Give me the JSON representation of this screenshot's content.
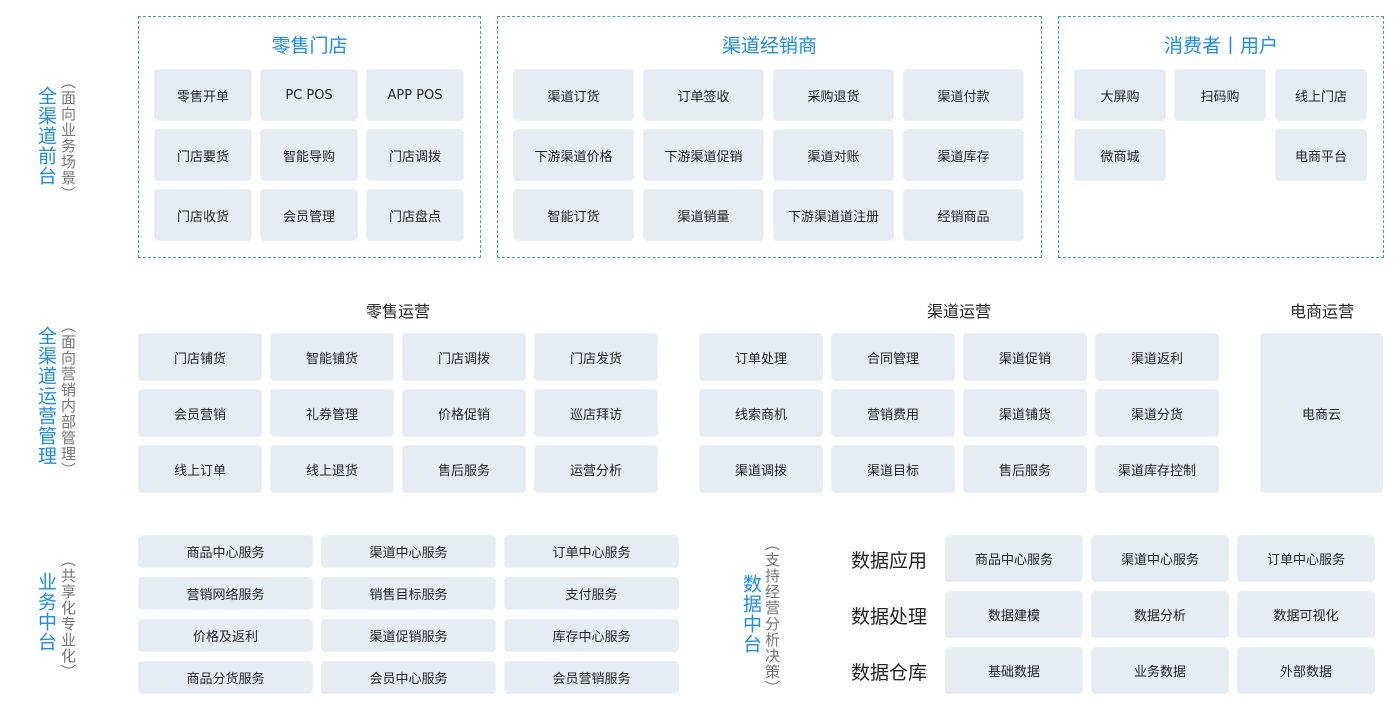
{
  "layers": {
    "front": {
      "title": "全渠道前台",
      "subtitle": "（面向业务场景）"
    },
    "ops": {
      "title": "全渠道运营管理",
      "subtitle": "（面向营销内部管理）"
    },
    "biz": {
      "title": "业务中台",
      "subtitle": "（共享化专业化）"
    },
    "data": {
      "title": "数据中台",
      "subtitle": "（支持经营分析决策）"
    }
  },
  "front": {
    "retail": {
      "title": "零售门店",
      "items": [
        "零售开单",
        "PC POS",
        "APP POS",
        "门店要货",
        "智能导购",
        "门店调拨",
        "门店收货",
        "会员管理",
        "门店盘点"
      ]
    },
    "channel": {
      "title": "渠道经销商",
      "items": [
        "渠道订货",
        "订单签收",
        "采购退货",
        "渠道付款",
        "下游渠道价格",
        "下游渠道促销",
        "渠道对账",
        "渠道库存",
        "智能订货",
        "渠道销量",
        "下游渠道道注册",
        "经销商品"
      ]
    },
    "consumer": {
      "title": "消费者丨用户",
      "items": [
        "大屏购",
        "扫码购",
        "线上门店",
        "微商城",
        "电商平台"
      ]
    }
  },
  "ops": {
    "retail": {
      "title": "零售运营",
      "items": [
        "门店铺货",
        "智能铺货",
        "门店调拨",
        "门店发货",
        "会员营销",
        "礼券管理",
        "价格促销",
        "巡店拜访",
        "线上订单",
        "线上退货",
        "售后服务",
        "运营分析"
      ]
    },
    "channel": {
      "title": "渠道运营",
      "items": [
        "订单处理",
        "合同管理",
        "渠道促销",
        "渠道返利",
        "线索商机",
        "营销费用",
        "渠道铺货",
        "渠道分货",
        "渠道调拨",
        "渠道目标",
        "售后服务",
        "渠道库存控制"
      ]
    },
    "ecommerce": {
      "title": "电商运营",
      "items": [
        "电商云"
      ]
    }
  },
  "biz": {
    "items": [
      "商品中心服务",
      "渠道中心服务",
      "订单中心服务",
      "营销网络服务",
      "销售目标服务",
      "支付服务",
      "价格及返利",
      "渠道促销服务",
      "库存中心服务",
      "商品分货服务",
      "会员中心服务",
      "会员营销服务"
    ]
  },
  "data": {
    "rows": [
      {
        "label": "数据应用",
        "items": [
          "商品中心服务",
          "渠道中心服务",
          "订单中心服务"
        ]
      },
      {
        "label": "数据处理",
        "items": [
          "数据建模",
          "数据分析",
          "数据可视化"
        ]
      },
      {
        "label": "数据仓库",
        "items": [
          "基础数据",
          "业务数据",
          "外部数据"
        ]
      }
    ]
  },
  "colors": {
    "accent": "#1a8cf0",
    "box": "#e6ecf4"
  }
}
